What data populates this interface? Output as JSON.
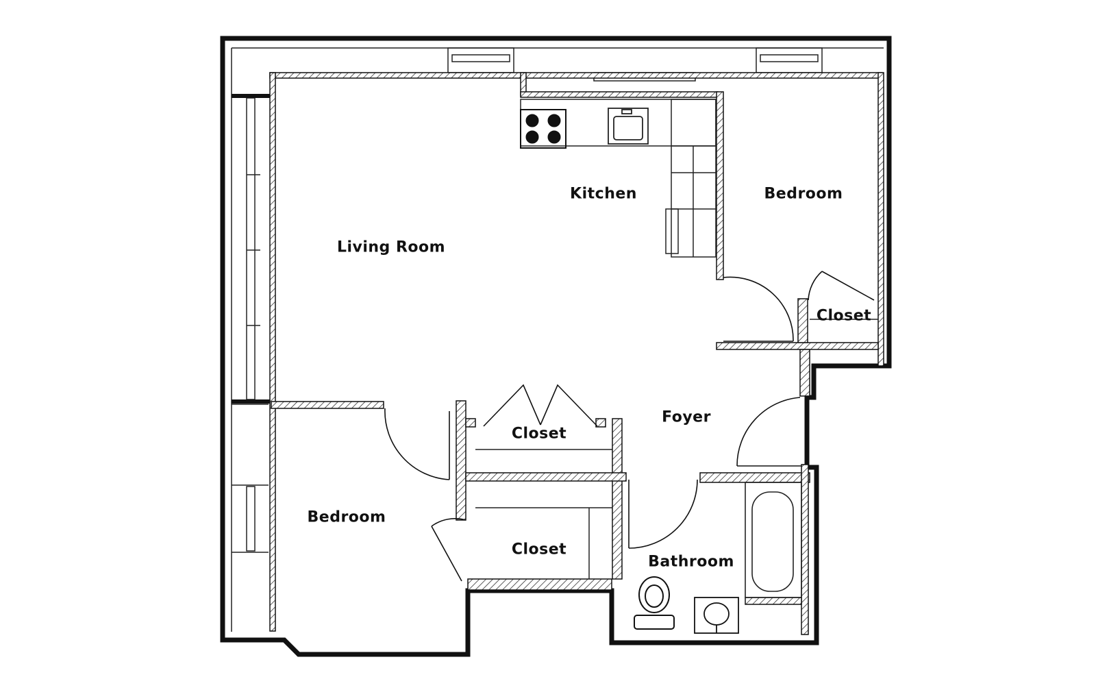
{
  "colors": {
    "wall": "#111111",
    "line": "#222222",
    "background": "#ffffff"
  },
  "rooms": {
    "living_room": "Living Room",
    "kitchen": "Kitchen",
    "bedroom_east": "Bedroom",
    "closet_east": "Closet",
    "foyer": "Foyer",
    "closet_hall": "Closet",
    "bedroom_west": "Bedroom",
    "closet_bedroom": "Closet",
    "bathroom": "Bathroom"
  },
  "icons": [
    "stove-icon",
    "sink-icon",
    "toilet-icon",
    "bathtub-icon",
    "vanity-sink-icon"
  ]
}
